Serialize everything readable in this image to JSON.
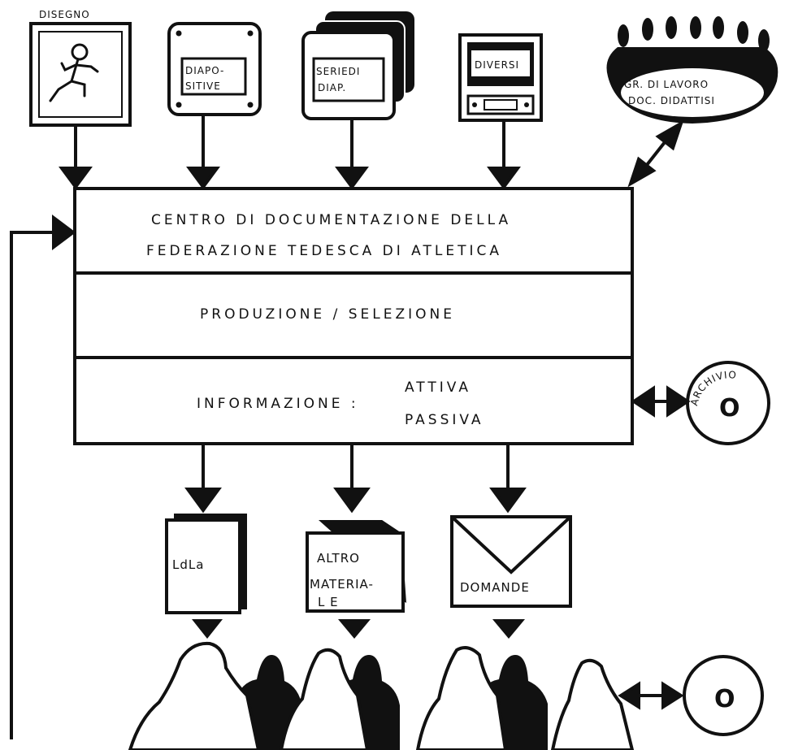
{
  "sources": {
    "disegno": "DISEGNO",
    "diapositive_1": "DIAPO-",
    "diapositive_2": "SITIVE",
    "serie_1": "SERIEDI",
    "serie_2": "DIAP.",
    "diversi": "DIVERSI",
    "gruppo_1": "GR. DI LAVORO",
    "gruppo_2": "DOC. DIDATTISI"
  },
  "center": {
    "title_1": "CENTRO DI DOCUMENTAZIONE DELLA",
    "title_2": "FEDERAZIONE TEDESCA DI ATLETICA",
    "section_2": "PRODUZIONE / SELEZIONE",
    "info_label": "INFORMAZIONE :",
    "info_active": "ATTIVA",
    "info_passive": "PASSIVA"
  },
  "archive": {
    "label": "ARCHIVIO",
    "mark": "O"
  },
  "outputs": {
    "ldla": "LdLa",
    "altro_1": "ALTRO",
    "altro_2": "MATERIA-",
    "altro_3": "L E",
    "domande": "DOMANDE"
  },
  "disc": {
    "mark": "O"
  },
  "colors": {
    "ink": "#111111",
    "paper": "#ffffff"
  }
}
